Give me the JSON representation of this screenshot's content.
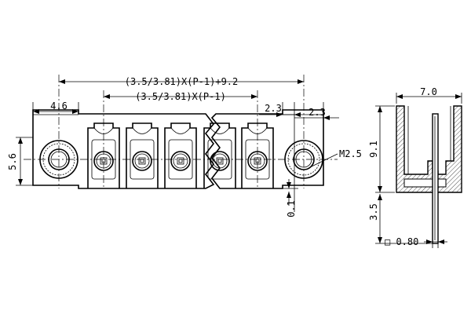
{
  "front_view": {
    "dims": {
      "overall_length": "(3.5/3.81)X(P-1)+9.2",
      "pitch_span": "(3.5/3.81)X(P-1)",
      "left_offset": "4.6",
      "right_gap_a": "2.3",
      "right_gap_b": "2.3",
      "height": "5.6",
      "bottom_offset": "0.1",
      "screw_thread": "M2.5"
    }
  },
  "side_view": {
    "dims": {
      "width": "7.0",
      "height": "9.1",
      "pin_length": "3.5",
      "pin_size": "□ 0.80"
    }
  }
}
